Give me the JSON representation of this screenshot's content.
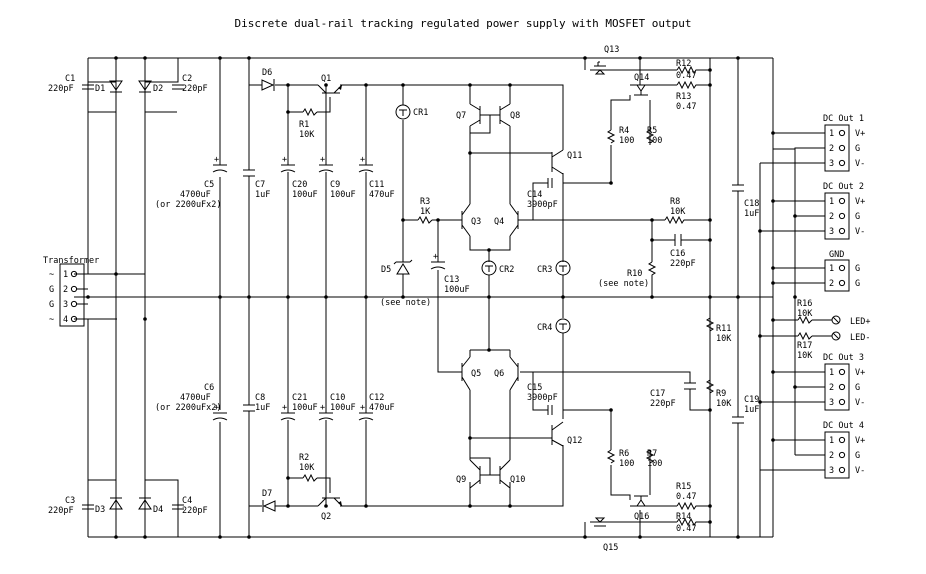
{
  "title": "Discrete dual-rail tracking regulated power supply with MOSFET output",
  "transformer": {
    "label": "Transformer",
    "pins": [
      {
        "num": "1",
        "sym": "~"
      },
      {
        "num": "2",
        "sym": "G"
      },
      {
        "num": "3",
        "sym": "G"
      },
      {
        "num": "4",
        "sym": "~"
      }
    ]
  },
  "components": {
    "C1": [
      "C1",
      "220pF"
    ],
    "C2": [
      "C2",
      "220pF"
    ],
    "C3": [
      "C3",
      "220pF"
    ],
    "C4": [
      "C4",
      "220pF"
    ],
    "D1": "D1",
    "D2": "D2",
    "D3": "D3",
    "D4": "D4",
    "C5": [
      "C5",
      "4700uF",
      "(or 2200uFx2)"
    ],
    "C6": [
      "C6",
      "4700uF",
      "(or 2200uFx2)"
    ],
    "C7": [
      "C7",
      "1uF"
    ],
    "C8": [
      "C8",
      "1uF"
    ],
    "D6": "D6",
    "D7": "D7",
    "Q1": "Q1",
    "Q2": "Q2",
    "R1": [
      "R1",
      "10K"
    ],
    "R2": [
      "R2",
      "10K"
    ],
    "C20": [
      "C20",
      "100uF"
    ],
    "C21": [
      "C21",
      "100uF"
    ],
    "C9": [
      "C9",
      "100uF"
    ],
    "C10": [
      "C10",
      "100uF"
    ],
    "C11": [
      "C11",
      "470uF"
    ],
    "C12": [
      "C12",
      "470uF"
    ],
    "CR1": "CR1",
    "CR2": "CR2",
    "CR3": "CR3",
    "CR4": "CR4",
    "R3": [
      "R3",
      "1K"
    ],
    "D5": "D5",
    "note1": "(see note)",
    "C13": [
      "C13",
      "100uF"
    ],
    "Q3": "Q3",
    "Q4": "Q4",
    "Q5": "Q5",
    "Q6": "Q6",
    "Q7": "Q7",
    "Q8": "Q8",
    "Q9": "Q9",
    "Q10": "Q10",
    "Q11": "Q11",
    "Q12": "Q12",
    "C14": [
      "C14",
      "3900pF"
    ],
    "C15": [
      "C15",
      "3900pF"
    ],
    "Q13": "Q13",
    "Q14": "Q14",
    "Q15": "Q15",
    "Q16": "Q16",
    "R4": [
      "R4",
      "100"
    ],
    "R5": [
      "R5",
      "100"
    ],
    "R6": [
      "R6",
      "100"
    ],
    "R7": [
      "R7",
      "100"
    ],
    "R12": [
      "R12",
      "0.47"
    ],
    "R13": [
      "R13",
      "0.47"
    ],
    "R14": [
      "R14",
      "0.47"
    ],
    "R15": [
      "R15",
      "0.47"
    ],
    "R8": [
      "R8",
      "10K"
    ],
    "C16": [
      "C16",
      "220pF"
    ],
    "R10": [
      "R10",
      "(see note)"
    ],
    "R11": [
      "R11",
      "10K"
    ],
    "R9": [
      "R9",
      "10K"
    ],
    "C17": [
      "C17",
      "220pF"
    ],
    "C18": [
      "C18",
      "1uF"
    ],
    "C19": [
      "C19",
      "1uF"
    ],
    "R16": [
      "R16",
      "10K"
    ],
    "R17": [
      "R17",
      "10K"
    ]
  },
  "outputs": [
    {
      "label": "DC Out 1",
      "pins": [
        [
          "1",
          "V+"
        ],
        [
          "2",
          "G"
        ],
        [
          "3",
          "V-"
        ]
      ]
    },
    {
      "label": "DC Out 2",
      "pins": [
        [
          "1",
          "V+"
        ],
        [
          "2",
          "G"
        ],
        [
          "3",
          "V-"
        ]
      ]
    },
    {
      "label": "GND",
      "pins": [
        [
          "1",
          "G"
        ],
        [
          "2",
          "G"
        ]
      ]
    },
    {
      "label": "DC Out 3",
      "pins": [
        [
          "1",
          "V+"
        ],
        [
          "2",
          "G"
        ],
        [
          "3",
          "V-"
        ]
      ]
    },
    {
      "label": "DC Out 4",
      "pins": [
        [
          "1",
          "V+"
        ],
        [
          "2",
          "G"
        ],
        [
          "3",
          "V-"
        ]
      ]
    }
  ],
  "led": {
    "plus": "LED+",
    "minus": "LED-"
  }
}
